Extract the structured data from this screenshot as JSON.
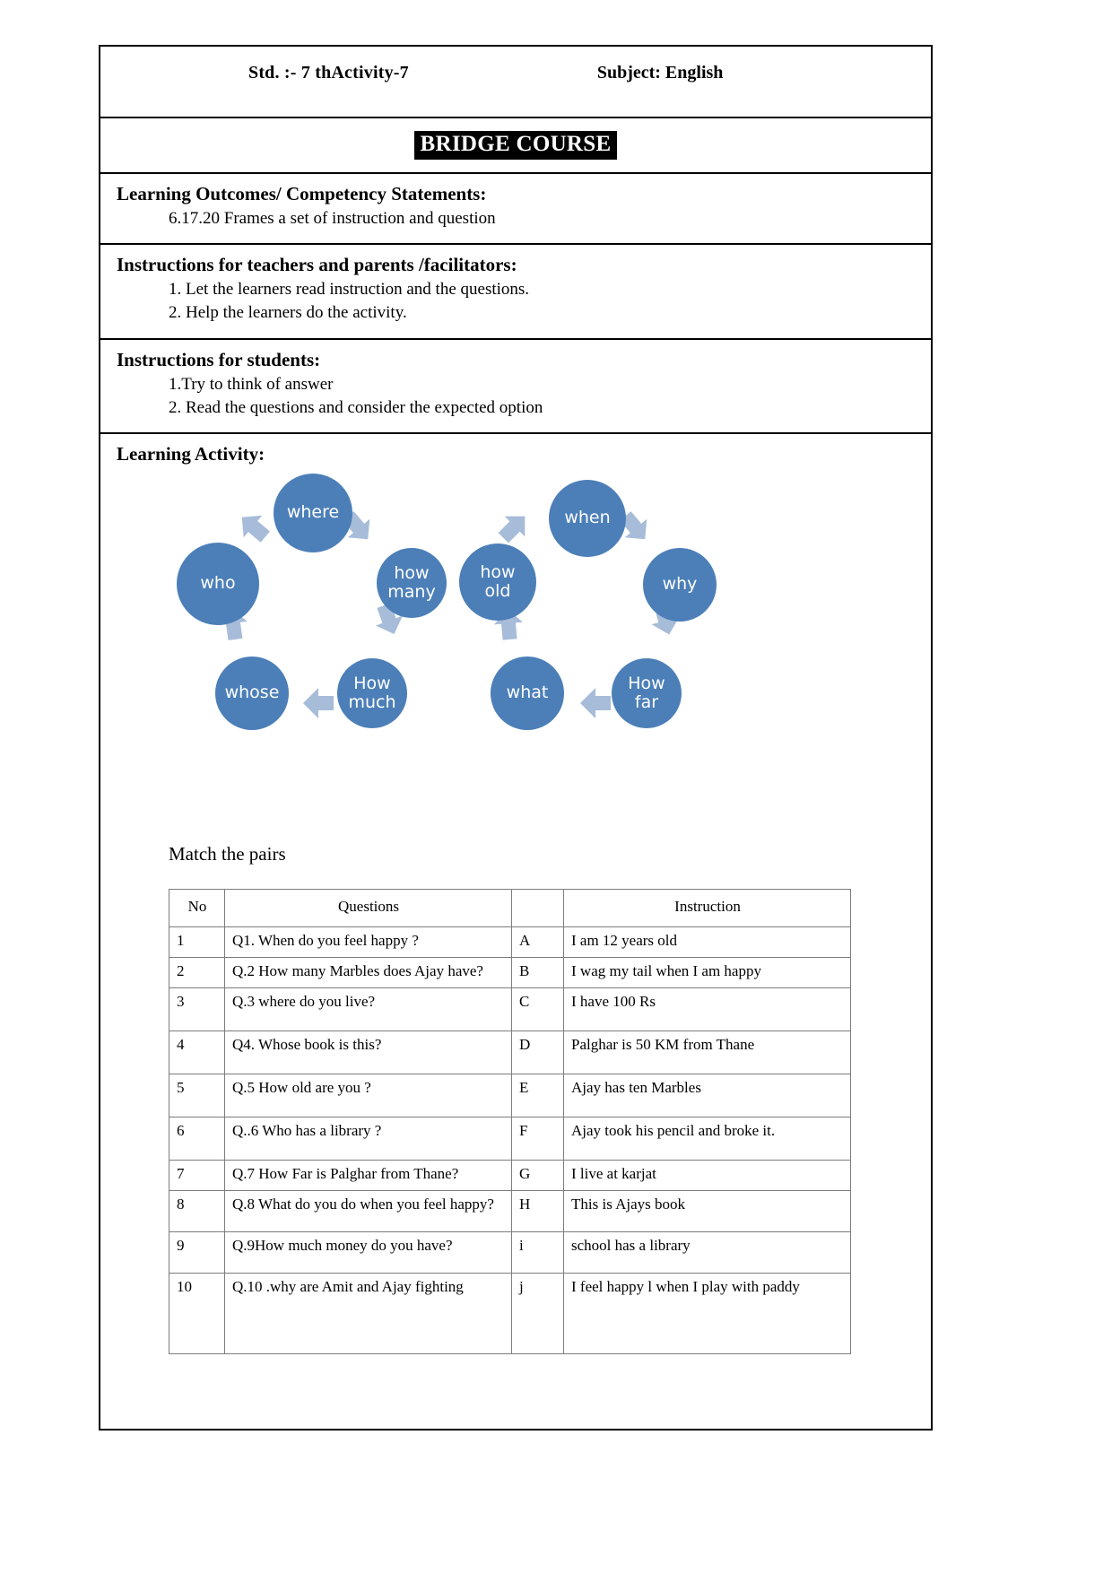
{
  "header": {
    "std": "Std. :- 7 thActivity-7",
    "subject": "Subject: English"
  },
  "bridge_course_title": "BRIDGE COURSE",
  "learning_outcomes": {
    "heading": "Learning Outcomes/ Competency Statements:",
    "line1": "6.17.20 Frames a set of instruction and question"
  },
  "teacher_instructions": {
    "heading": "Instructions for teachers and parents /facilitators:",
    "line1": "1. Let the learners read instruction and the questions.",
    "line2": "2. Help the learners do the activity."
  },
  "student_instructions": {
    "heading": "Instructions for students:",
    "line1": "1.Try to think of  answer",
    "line2": "2. Read the questions and consider the expected option"
  },
  "learning_activity": {
    "heading": "Learning Activity:",
    "diagram": {
      "circle_color": "#4C7FB8",
      "arrow_color": "#A7BCD9",
      "nodes": [
        {
          "label": "where"
        },
        {
          "label": "who"
        },
        {
          "label": "how\nmany"
        },
        {
          "label": "how\nold"
        },
        {
          "label": "when"
        },
        {
          "label": "why"
        },
        {
          "label": "whose"
        },
        {
          "label": "How\nmuch"
        },
        {
          "label": "what"
        },
        {
          "label": "How\nfar"
        }
      ]
    }
  },
  "match_the_pairs": {
    "heading": "Match the pairs",
    "columns": [
      "No",
      "Questions",
      "",
      "Instruction"
    ],
    "rows": [
      {
        "no": "1",
        "question": "Q1. When do you feel  happy ?",
        "key": "A",
        "instruction": "I am 12 years old"
      },
      {
        "no": "2",
        "question": "Q.2 How many Marbles  does Ajay have?",
        "key": "B",
        "instruction": "I wag my tail when I am happy"
      },
      {
        "no": "3",
        "question": "Q.3 where do you live?",
        "key": "C",
        "instruction": "I have 100 Rs"
      },
      {
        "no": "4",
        "question": "Q4. Whose book is this?",
        "key": "D",
        "instruction": "Palghar is 50 KM  from Thane"
      },
      {
        "no": "5",
        "question": "Q.5 How old are you ?",
        "key": "E",
        "instruction": "Ajay has ten Marbles"
      },
      {
        "no": "6",
        "question": "Q..6 Who has a library ?",
        "key": "F",
        "instruction": "Ajay took his pencil and broke it."
      },
      {
        "no": "7",
        "question": "Q.7 How Far is Palghar from Thane?",
        "key": "G",
        "instruction": "I live at karjat"
      },
      {
        "no": "8",
        "question": "Q.8 What do you do when you feel happy?",
        "key": "H",
        "instruction": "This is Ajays book"
      },
      {
        "no": "9",
        "question": "Q.9How much money do you have?",
        "key": "i",
        "instruction": "school  has a library"
      },
      {
        "no": "10",
        "question": "Q.10 .why are Amit  and Ajay fighting",
        "key": "j",
        "instruction": "I feel happy l when I play with paddy"
      }
    ]
  }
}
